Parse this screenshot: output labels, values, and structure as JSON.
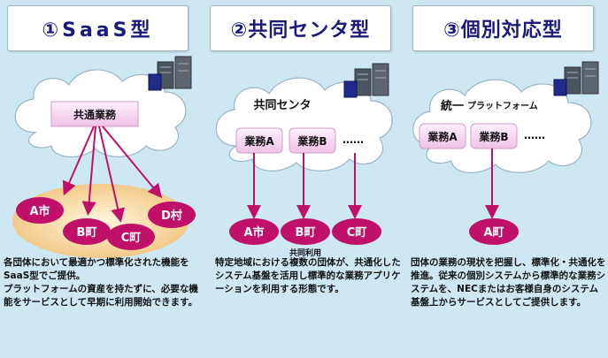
{
  "columns": [
    {
      "title": "①SaaS型",
      "platform_label": "共通業務",
      "nodes": [
        "A市",
        "B町",
        "C町",
        "D村"
      ],
      "shared_label": "",
      "description": "各団体において最適かつ標準化された機能をSaaS型でご提供。\nプラットフォームの資産を持たずに、必要な機能をサービスとして早期に利用開始できます。"
    },
    {
      "title": "②共同センタ型",
      "platform_label": "共同センタ",
      "tasks": [
        "業務A",
        "業務B",
        "……"
      ],
      "nodes": [
        "A市",
        "B町",
        "C町"
      ],
      "shared_label": "共同利用",
      "description": "特定地域における複数の団体が、共通化したシステム基盤を活用し標準的な業務アプリケーションを利用する形態です。"
    },
    {
      "title": "③個別対応型",
      "platform_label_main": "統一",
      "platform_label_sub": "プラットフォーム",
      "tasks": [
        "業務A",
        "業務B",
        "……"
      ],
      "nodes": [
        "A町"
      ],
      "description": "団体の業務の現状を把握し、標準化・共通化を推進。従来の個別システムから標準的な業務システムを、NECまたはお客様自身のシステム基盤上からサービスとしてご提供します。"
    }
  ],
  "colors": {
    "background": "#cde8f3",
    "title_text": "#1a1a7a",
    "node_fill": "#c0106a",
    "arrow": "#c0106a",
    "task_box": "#f6d6f0",
    "glow": "#f8d9a6"
  },
  "icons": [
    "server-icon",
    "cloud-icon"
  ]
}
